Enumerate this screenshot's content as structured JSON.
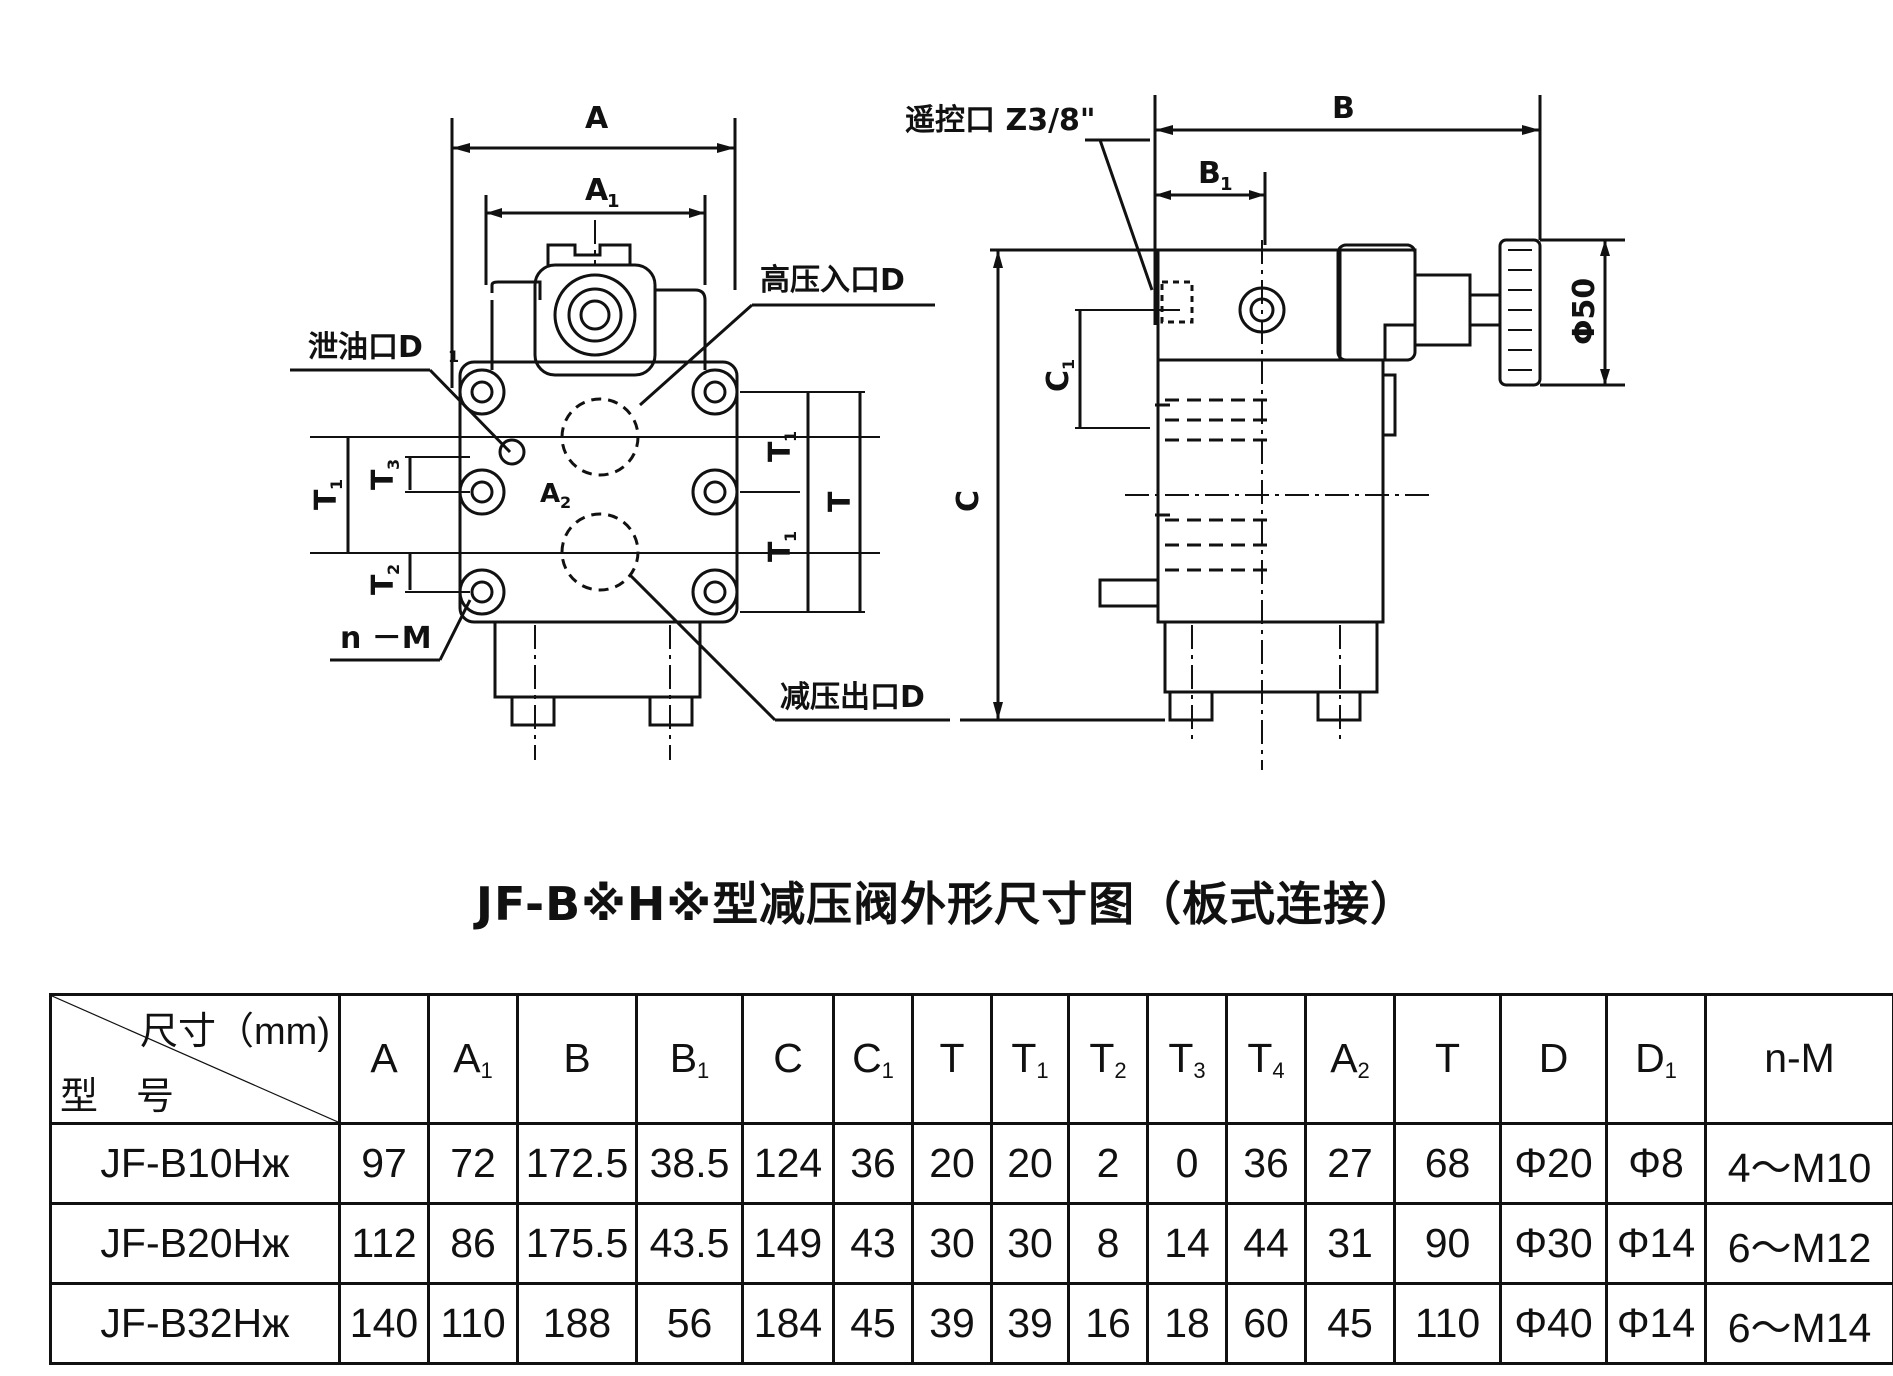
{
  "drawing": {
    "dim_A": "A",
    "dim_A1": "A",
    "dim_B": "B",
    "dim_B1": "B",
    "dim_C": "C",
    "dim_C1": "C",
    "dim_T": "T",
    "dim_T1": "T",
    "dim_T2": "T",
    "dim_T3": "T",
    "dim_A2": "A",
    "phi50": "Φ50",
    "sub1": "1",
    "sub2": "2",
    "sub3": "3",
    "label_inlet": "高压入口D",
    "label_drain": "泄油口D",
    "label_nm": "n －M",
    "label_outlet": "减压出口D",
    "label_remote": "遥控口 Z3/8\""
  },
  "title": "JF-B※H※型减压阀外形尺寸图（板式连接）",
  "table": {
    "corner_top": "尺寸（mm)",
    "corner_bottom": "型　号",
    "headers": [
      {
        "main": "A",
        "sub": ""
      },
      {
        "main": "A",
        "sub": "1"
      },
      {
        "main": "B",
        "sub": ""
      },
      {
        "main": "B",
        "sub": "1"
      },
      {
        "main": "C",
        "sub": ""
      },
      {
        "main": "C",
        "sub": "1"
      },
      {
        "main": "T",
        "sub": ""
      },
      {
        "main": "T",
        "sub": "1"
      },
      {
        "main": "T",
        "sub": "2"
      },
      {
        "main": "T",
        "sub": "3"
      },
      {
        "main": "T",
        "sub": "4"
      },
      {
        "main": "A",
        "sub": "2"
      },
      {
        "main": "T",
        "sub": ""
      },
      {
        "main": "D",
        "sub": ""
      },
      {
        "main": "D",
        "sub": "1"
      },
      {
        "main": "n-M",
        "sub": ""
      }
    ],
    "rows": [
      [
        "JF-B10Hж",
        "97",
        "72",
        "172.5",
        "38.5",
        "124",
        "36",
        "20",
        "20",
        "2",
        "0",
        "36",
        "27",
        "68",
        "Φ20",
        "Φ8",
        "4～M10"
      ],
      [
        "JF-B20Hж",
        "112",
        "86",
        "175.5",
        "43.5",
        "149",
        "43",
        "30",
        "30",
        "8",
        "14",
        "44",
        "31",
        "90",
        "Φ30",
        "Φ14",
        "6～M12"
      ],
      [
        "JF-B32Hж",
        "140",
        "110",
        "188",
        "56",
        "184",
        "45",
        "39",
        "39",
        "16",
        "18",
        "60",
        "45",
        "110",
        "Φ40",
        "Φ14",
        "6～M14"
      ]
    ]
  }
}
